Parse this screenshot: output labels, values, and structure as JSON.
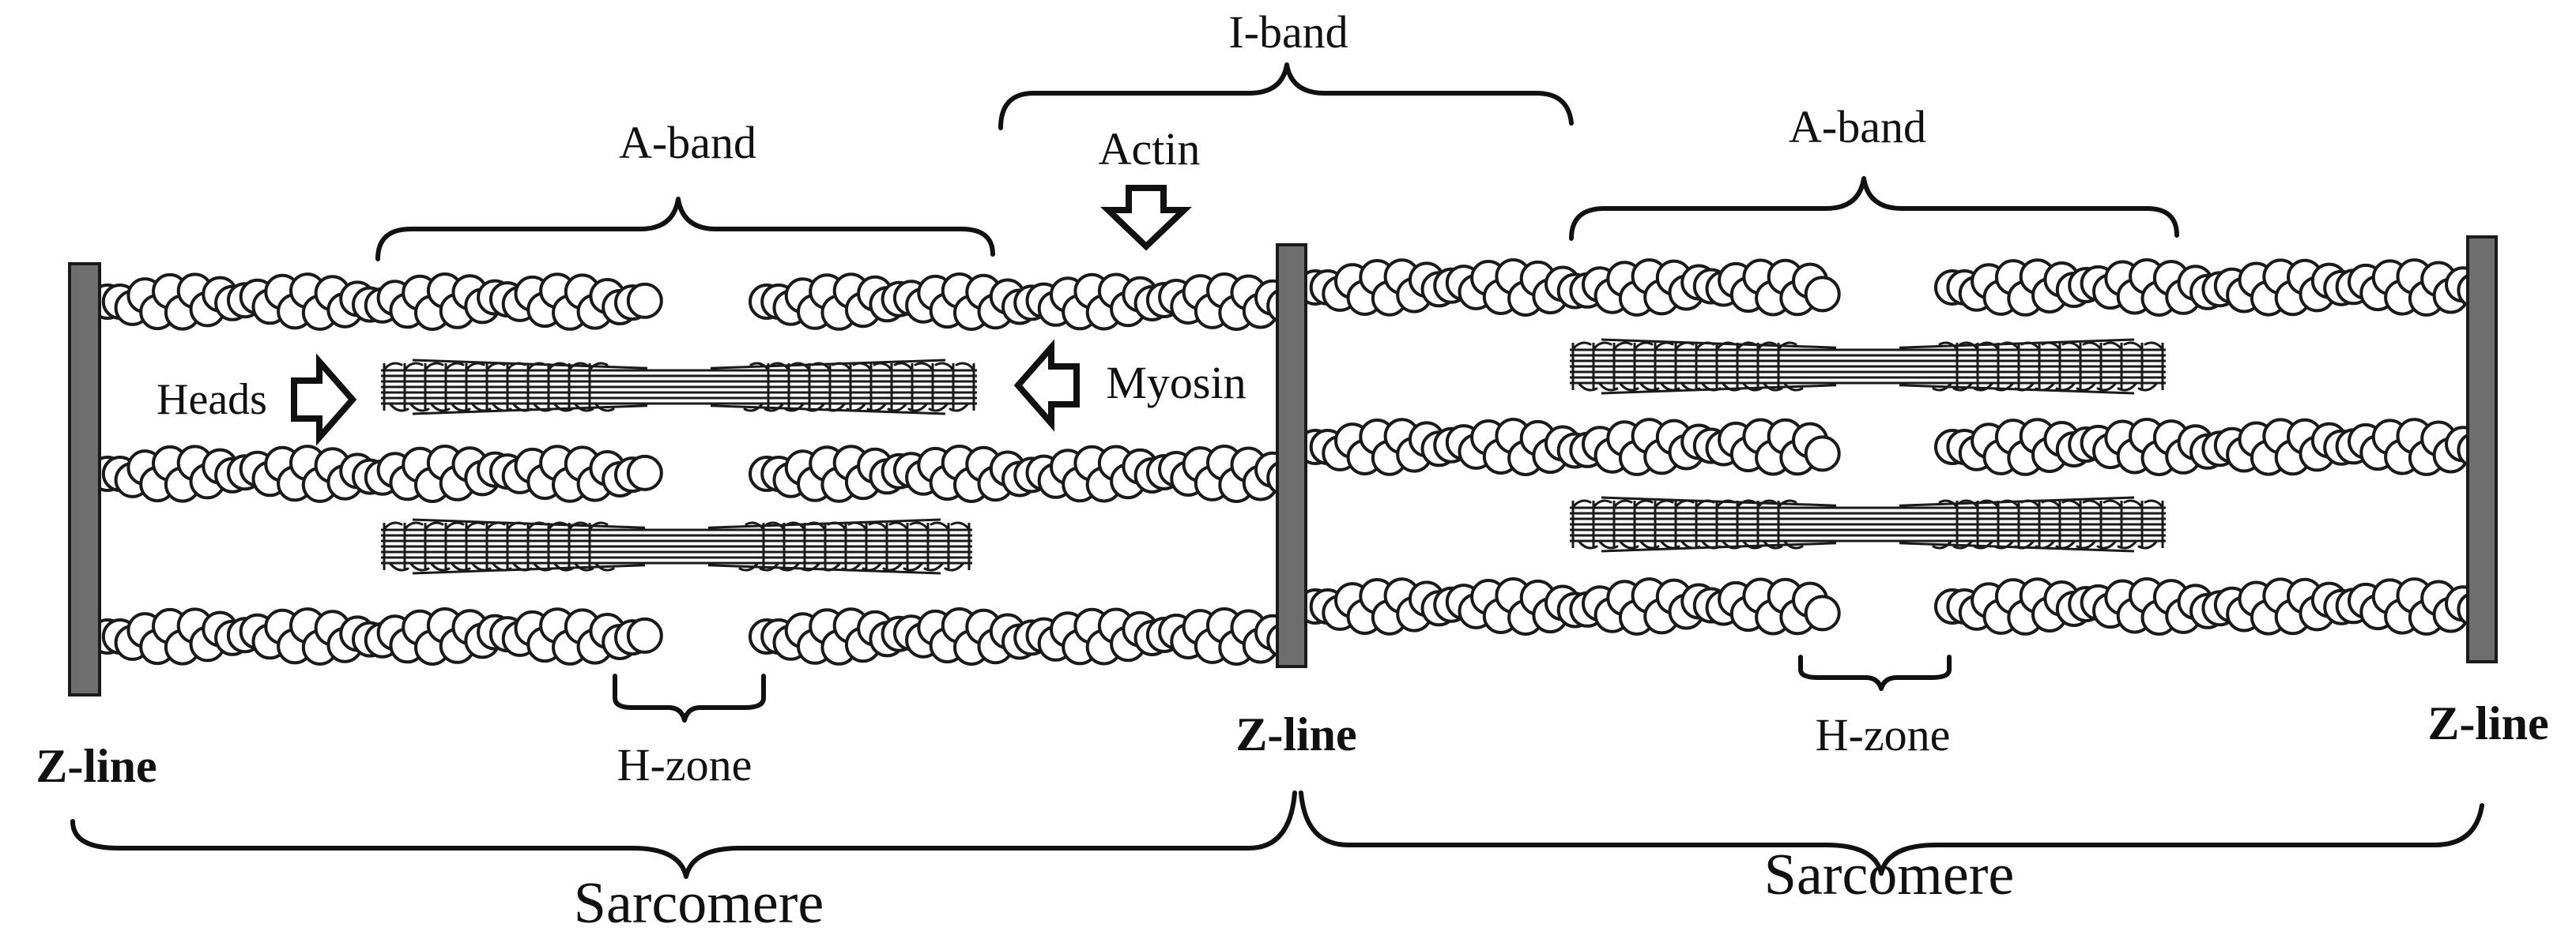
{
  "diagram": {
    "labels": {
      "i_band": "I-band",
      "a_band_left": "A-band",
      "a_band_right": "A-band",
      "actin": "Actin",
      "heads": "Heads",
      "myosin": "Myosin",
      "h_zone_left": "H-zone",
      "h_zone_right": "H-zone",
      "z_line_left": "Z-line",
      "z_line_middle": "Z-line",
      "z_line_right": "Z-line",
      "sarcomere_left": "Sarcomere",
      "sarcomere_right": "Sarcomere"
    },
    "colors": {
      "ink": "#111111",
      "z_line_fill": "#6e6e6e",
      "background": "#ffffff"
    },
    "icons": {
      "heads_arrow": "arrow-right-icon",
      "myosin_arrow": "arrow-left-icon",
      "actin_arrow": "arrow-down-icon"
    }
  }
}
